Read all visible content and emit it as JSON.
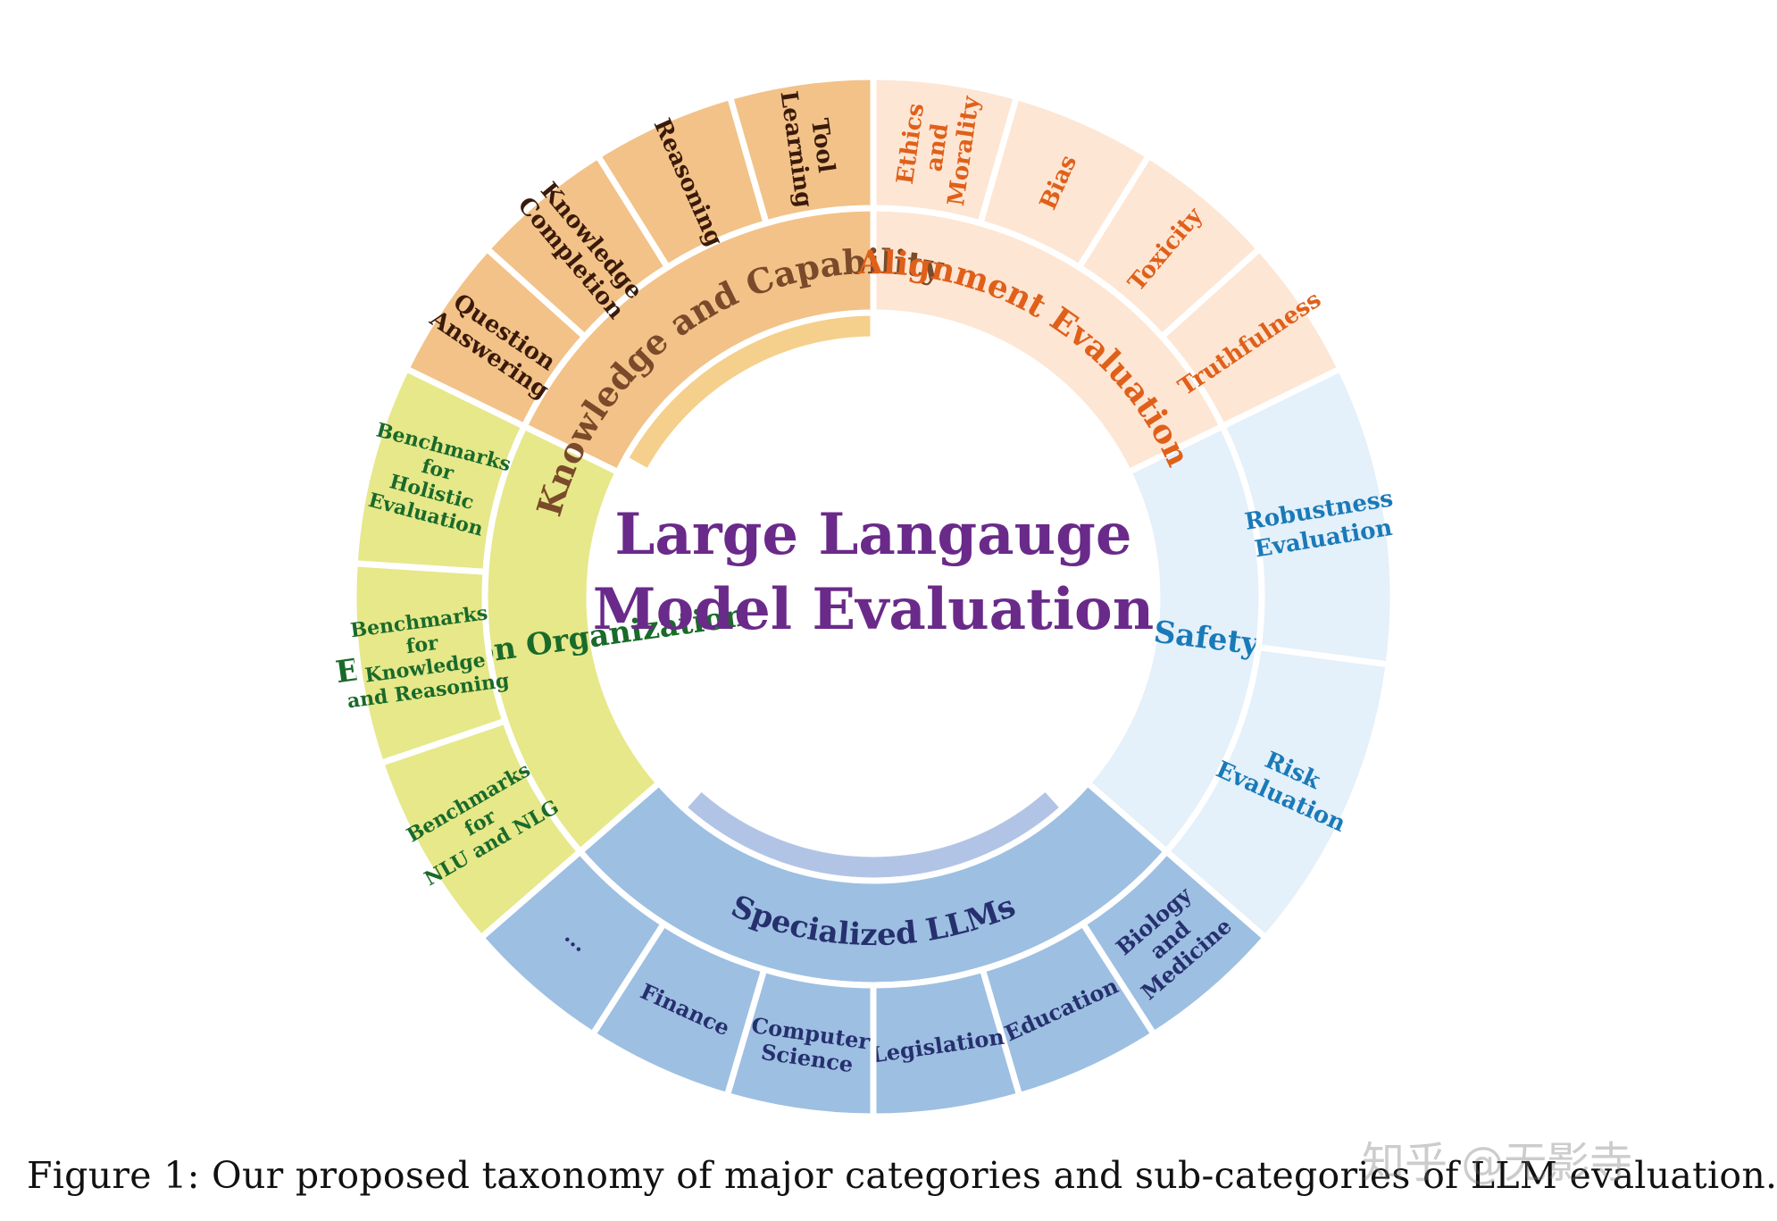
{
  "center_title": [
    "Large Langauge",
    "Model Evaluation"
  ],
  "colors": {
    "title": "#6a2a8a",
    "knowledge_fill": "#f2c288",
    "knowledge_inner": "#f5d08c",
    "knowledge_text": "#7a4a2a",
    "knowledge_sub_text": "#3a1a0a",
    "alignment_fill": "#fde6d4",
    "alignment_text": "#e0601a",
    "safety_fill": "#e4f0fa",
    "safety_text": "#1a7ab8",
    "specialized_fill": "#9dbfe2",
    "specialized_inner": "#b2c4e6",
    "specialized_text": "#26306e",
    "evaluation_fill": "#e6e88a",
    "evaluation_text": "#1a6a2a"
  },
  "categories": [
    {
      "key": "knowledge",
      "label": "Knowledge and Capability",
      "subcategories": [
        [
          "Question",
          "Answering"
        ],
        [
          "Knowledge",
          "Completion"
        ],
        [
          "Reasoning"
        ],
        [
          "Tool",
          "Learning"
        ]
      ]
    },
    {
      "key": "alignment",
      "label": "Alignment Evaluation",
      "subcategories": [
        [
          "Ethics",
          "and",
          "Morality"
        ],
        [
          "Bias"
        ],
        [
          "Toxicity"
        ],
        [
          "Truthfulness"
        ]
      ]
    },
    {
      "key": "safety",
      "label": "Safety",
      "subcategories": [
        [
          "Robustness",
          "Evaluation"
        ],
        [
          "Risk",
          "Evaluation"
        ]
      ]
    },
    {
      "key": "specialized",
      "label": "Specialized LLMs",
      "subcategories": [
        [
          "Biology",
          "and",
          "Medicine"
        ],
        [
          "Education"
        ],
        [
          "Legislation"
        ],
        [
          "Computer",
          "Science"
        ],
        [
          "Finance"
        ],
        [
          "..."
        ]
      ]
    },
    {
      "key": "evaluation",
      "label": "Evaluation Organization",
      "subcategories": [
        [
          "Benchmarks",
          "for",
          "NLU and NLG"
        ],
        [
          "Benchmarks",
          "for",
          "Knowledge",
          "and Reasoning"
        ],
        [
          "Benchmarks",
          "for",
          "Holistic",
          "Evaluation"
        ]
      ]
    }
  ],
  "caption": "Figure 1: Our proposed taxonomy of major categories and sub-categories of LLM evaluation.",
  "watermark": "知乎 @无影寺"
}
